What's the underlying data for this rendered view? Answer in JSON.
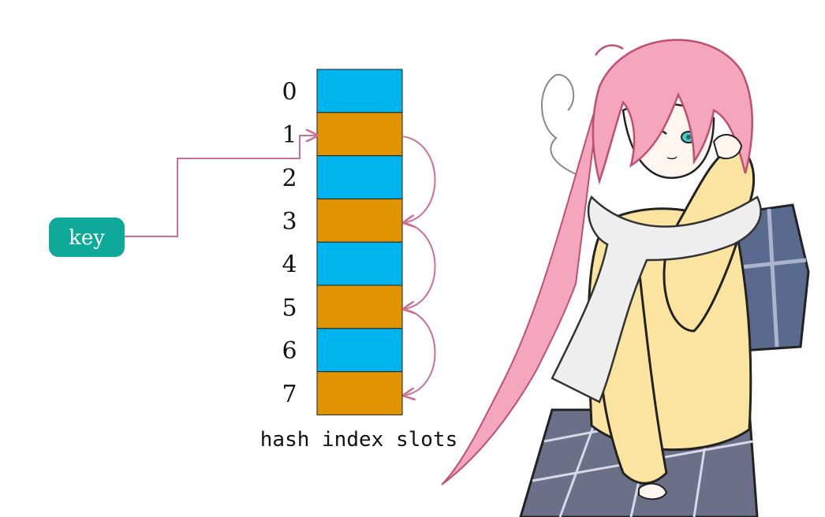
{
  "key_label": "key",
  "caption": "hash index slots",
  "slots": [
    {
      "index": "0",
      "kind": "empty"
    },
    {
      "index": "1",
      "kind": "used"
    },
    {
      "index": "2",
      "kind": "empty"
    },
    {
      "index": "3",
      "kind": "used"
    },
    {
      "index": "4",
      "kind": "empty"
    },
    {
      "index": "5",
      "kind": "used"
    },
    {
      "index": "6",
      "kind": "empty"
    },
    {
      "index": "7",
      "kind": "used"
    }
  ],
  "key_target_slot": 1,
  "probe_links": [
    {
      "from": 1,
      "to": 3
    },
    {
      "from": 3,
      "to": 5
    },
    {
      "from": 5,
      "to": 7
    }
  ],
  "colors": {
    "empty": "#00b4ee",
    "used": "#e09400",
    "key_bg": "#0fa99a",
    "arrow": "#cc6e96",
    "text": "#111111"
  }
}
